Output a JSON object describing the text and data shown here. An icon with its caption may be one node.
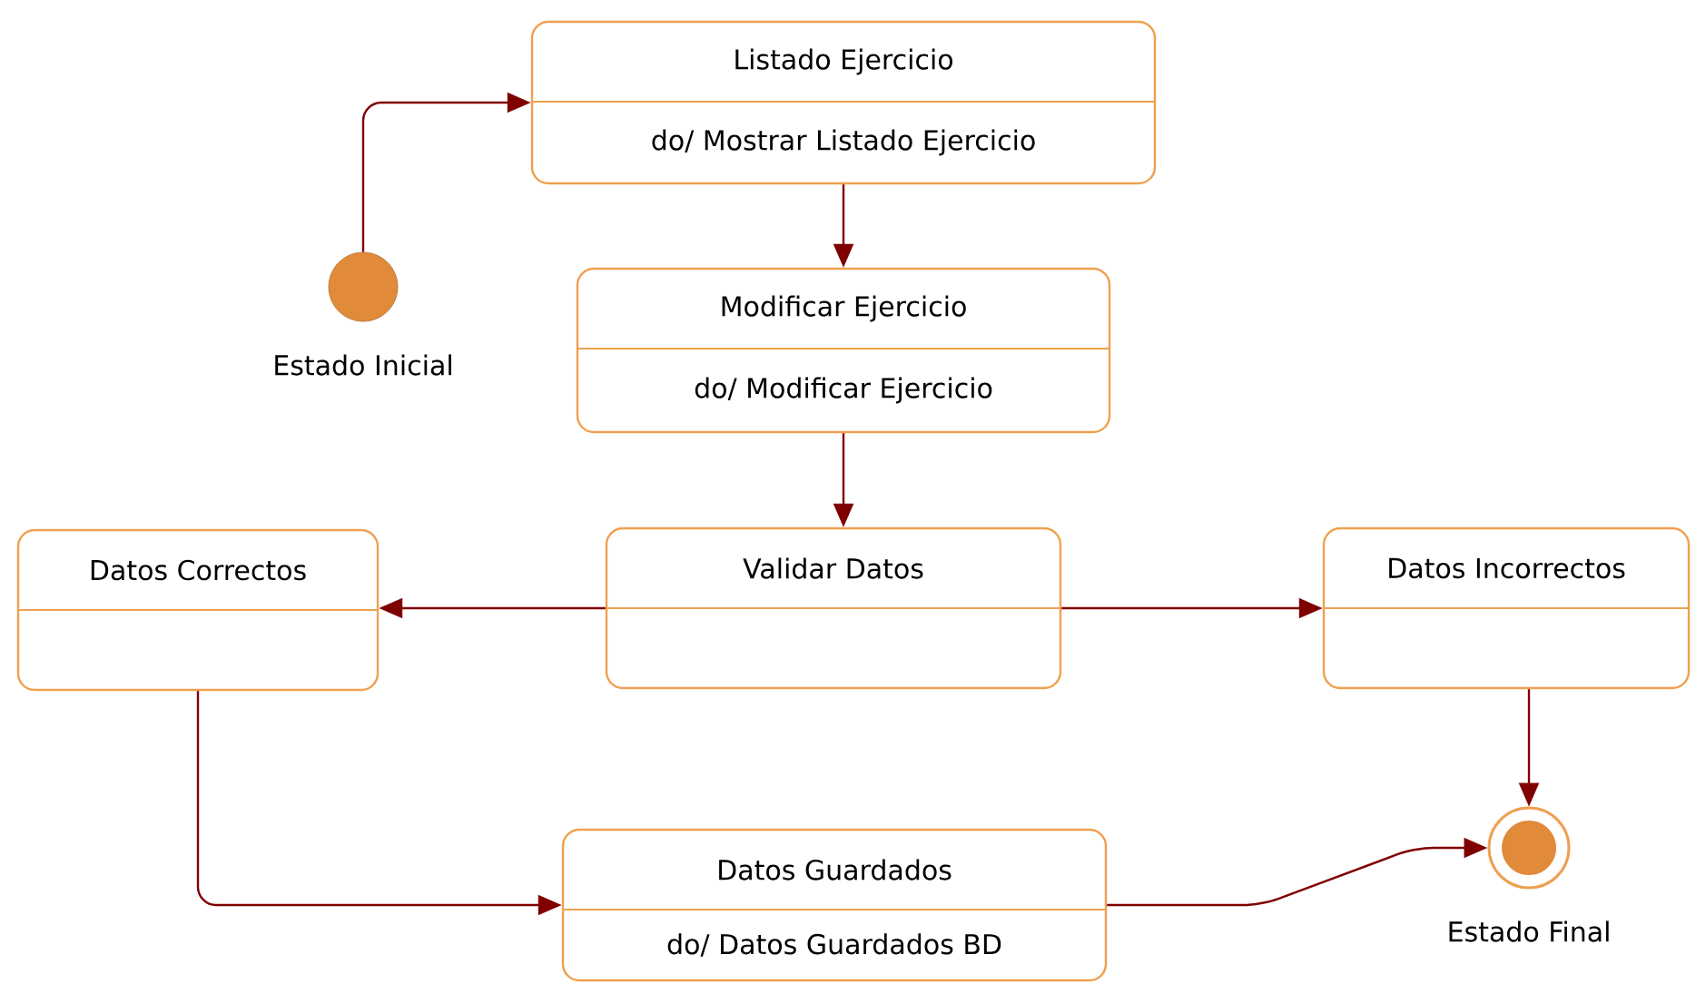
{
  "diagram": {
    "nodes": [
      {
        "text": [
          "Listado Ejercicio",
          "do/ Mostrar Listado Ejercicio"
        ]
      },
      {
        "text": [],
        "shape": "circle",
        "beside": [
          "Estado Inicial"
        ]
      },
      {
        "text": [
          "Modificar Ejercicio",
          "do/ Modificar Ejercicio"
        ]
      },
      {
        "text": [
          "Datos Correctos"
        ]
      },
      {
        "text": [
          "Validar Datos"
        ]
      },
      {
        "text": [
          "Datos Incorrectos"
        ]
      },
      {
        "text": [
          "Datos Guardados",
          "do/ Datos Guardados BD"
        ]
      },
      {
        "text": [],
        "shape": "bullseye",
        "beside": [
          "Estado Final"
        ]
      }
    ],
    "edges": [
      {
        "from": 1,
        "to": 0,
        "arrow": "to"
      },
      {
        "from": 0,
        "to": 2,
        "arrow": "to"
      },
      {
        "from": 2,
        "to": 4,
        "arrow": "to"
      },
      {
        "from": 4,
        "to": 3,
        "arrow": "to"
      },
      {
        "from": 4,
        "to": 5,
        "arrow": "to"
      },
      {
        "from": 5,
        "to": 7,
        "arrow": "to"
      },
      {
        "from": 3,
        "to": 6,
        "arrow": "to"
      },
      {
        "from": 6,
        "to": 7,
        "arrow": "to"
      }
    ]
  }
}
